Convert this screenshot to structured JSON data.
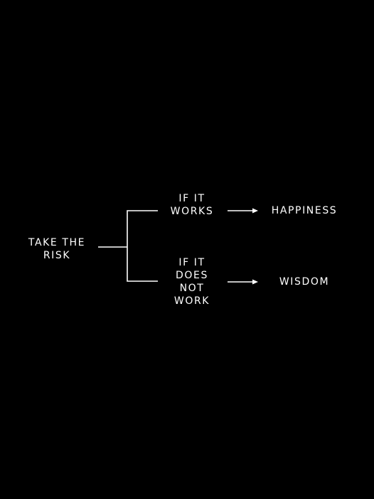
{
  "diagram": {
    "root": "TAKE THE\nRISK",
    "branches": [
      {
        "condition": "IF IT\nWORKS",
        "outcome": "HAPPINESS"
      },
      {
        "condition": "IF IT\nDOES\nNOT\nWORK",
        "outcome": "WISDOM"
      }
    ]
  },
  "colors": {
    "background": "#000000",
    "foreground": "#ffffff"
  }
}
